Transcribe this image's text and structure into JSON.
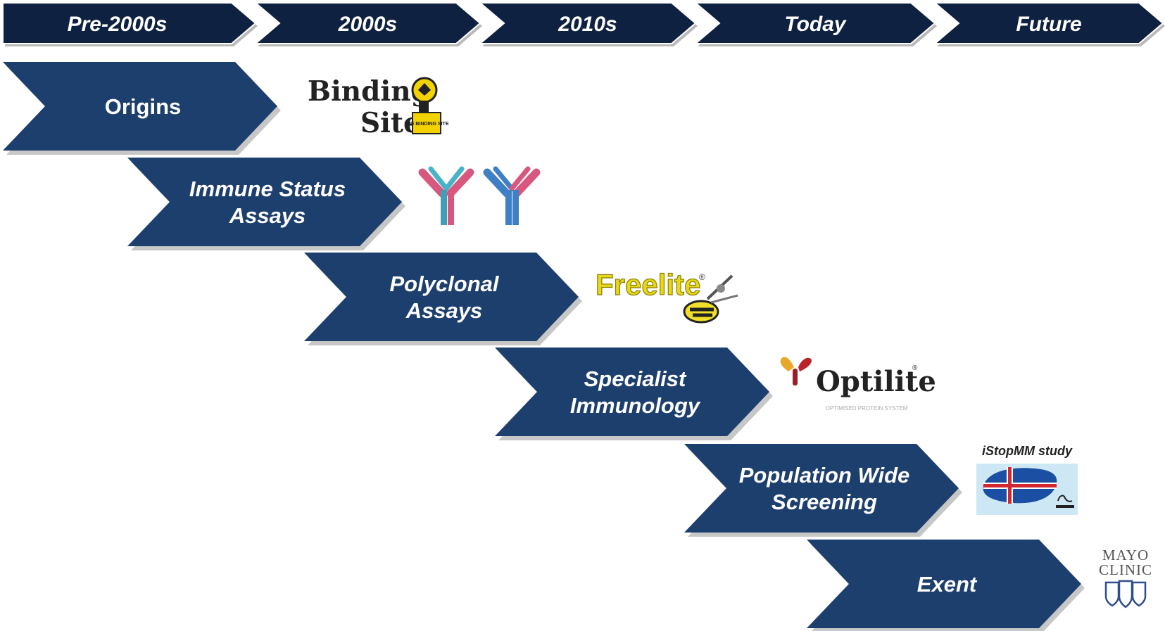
{
  "timeline": {
    "eras": [
      "Pre-2000s",
      "2000s",
      "2010s",
      "Today",
      "Future"
    ]
  },
  "stages": [
    {
      "lines": [
        "Origins"
      ],
      "italic": false,
      "logo": "binding-site-logo"
    },
    {
      "lines": [
        "Immune Status",
        "Assays"
      ],
      "italic": true,
      "logo": "antibody-icon"
    },
    {
      "lines": [
        "Polyclonal",
        "Assays"
      ],
      "italic": true,
      "logo": "freelite-logo"
    },
    {
      "lines": [
        "Specialist",
        "Immunology"
      ],
      "italic": true,
      "logo": "optilite-logo"
    },
    {
      "lines": [
        "Population Wide",
        "Screening"
      ],
      "italic": true,
      "logo": "istopmm-logo"
    },
    {
      "lines": [
        "Exent"
      ],
      "italic": true,
      "logo": "mayo-clinic-logo"
    }
  ],
  "logos": {
    "binding_site": {
      "line1": "Binding",
      "line2": "Site",
      "badge": "THE BINDING SITE"
    },
    "freelite": {
      "text": "Freelite",
      "mark": "®"
    },
    "optilite": {
      "text": "Optilite",
      "mark": "®",
      "tagline": "OPTIMISED PROTEIN SYSTEM"
    },
    "istopmm": {
      "caption": "iStopMM study"
    },
    "mayo": {
      "line1": "MAYO",
      "line2": "CLINIC"
    }
  },
  "colors": {
    "header_bar": "#0f2140",
    "chevron": "#1d3f6e",
    "shadow": "#b9b9b9",
    "freelite_yellow": "#e8d81a",
    "antibody_pink": "#d8577e",
    "antibody_blue": "#3f7fc4",
    "iceland_blue": "#1b4fa3",
    "iceland_red": "#d22630"
  }
}
